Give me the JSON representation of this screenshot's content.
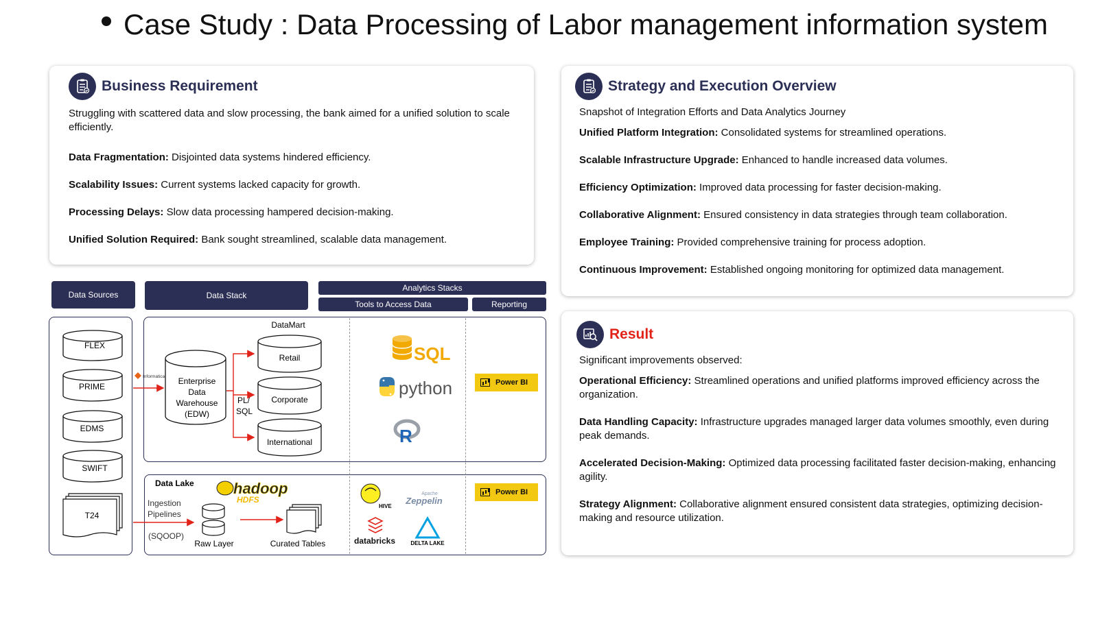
{
  "title": "Case Study : Data Processing of Labor management information system",
  "business": {
    "heading": "Business Requirement",
    "intro": "Struggling with scattered data and slow processing, the bank aimed for a unified solution to scale efficiently.",
    "items": [
      {
        "label": "Data Fragmentation:",
        "text": " Disjointed data systems hindered efficiency."
      },
      {
        "label": "Scalability Issues:",
        "text": " Current systems lacked capacity for growth."
      },
      {
        "label": "Processing Delays:",
        "text": " Slow data processing hampered decision-making."
      },
      {
        "label": "Unified Solution Required:",
        "text": " Bank sought streamlined, scalable data management."
      }
    ]
  },
  "strategy": {
    "heading": "Strategy and Execution Overview",
    "intro": "Snapshot of Integration Efforts and Data Analytics Journey",
    "items": [
      {
        "label": "Unified Platform Integration:",
        "text": " Consolidated systems for streamlined operations."
      },
      {
        "label": "Scalable Infrastructure Upgrade:",
        "text": " Enhanced to handle increased data volumes."
      },
      {
        "label": "Efficiency Optimization:",
        "text": " Improved data processing for faster decision-making."
      },
      {
        "label": "Collaborative Alignment:",
        "text": " Ensured consistency in data strategies through team collaboration."
      },
      {
        "label": "Employee Training:",
        "text": " Provided comprehensive training for process adoption."
      },
      {
        "label": "Continuous Improvement:",
        "text": " Established ongoing monitoring for optimized data management."
      }
    ]
  },
  "result": {
    "heading": "Result",
    "intro": "Significant improvements observed:",
    "items": [
      {
        "label": "Operational Efficiency:",
        "text": " Streamlined operations and unified platforms improved efficiency across the organization."
      },
      {
        "label": "Data Handling Capacity:",
        "text": " Infrastructure upgrades managed larger data volumes smoothly, even during peak demands."
      },
      {
        "label": "Accelerated Decision-Making:",
        "text": " Optimized data processing facilitated faster decision-making, enhancing agility."
      },
      {
        "label": "Strategy Alignment:",
        "text": " Collaborative alignment ensured consistent data strategies, optimizing decision-making and resource utilization."
      }
    ]
  },
  "diagram": {
    "headers": {
      "sources": "Data Sources",
      "stack": "Data Stack",
      "analytics": "Analytics Stacks",
      "tools": "Tools to Access Data",
      "reporting": "Reporting"
    },
    "sources": [
      "FLEX",
      "PRIME",
      "EDMS",
      "SWIFT",
      "T24"
    ],
    "datamart": "DataMart",
    "edw": [
      "Enterprise",
      "Data",
      "Warehouse",
      "(EDW)"
    ],
    "informatica": "Informatica",
    "plsql": [
      "PL/",
      "SQL"
    ],
    "marts": [
      "Retail",
      "Corporate",
      "International"
    ],
    "tools": {
      "sql": "SQL",
      "python": "python",
      "r": "R"
    },
    "powerbi": "Power BI",
    "lake": {
      "title": "Data Lake",
      "hadoop": "hadoop",
      "hdfs": "HDFS",
      "ingestion": [
        "Ingestion",
        "Pipelines"
      ],
      "sqoop": "(SQOOP)",
      "raw": "Raw Layer",
      "curated": "Curated Tables"
    },
    "lake_tools": {
      "hive": "HIVE",
      "zeppelin_top": "Apache",
      "zeppelin": "Zeppelin",
      "databricks": "databricks",
      "delta": "DELTA LAKE"
    }
  },
  "colors": {
    "navy": "#2b2f55",
    "red": "#e2231a",
    "powerbi": "#f2c811",
    "sql": "#f2a900"
  },
  "icons": [
    "checklist-icon",
    "analytics-search-icon",
    "powerbi-icon"
  ]
}
